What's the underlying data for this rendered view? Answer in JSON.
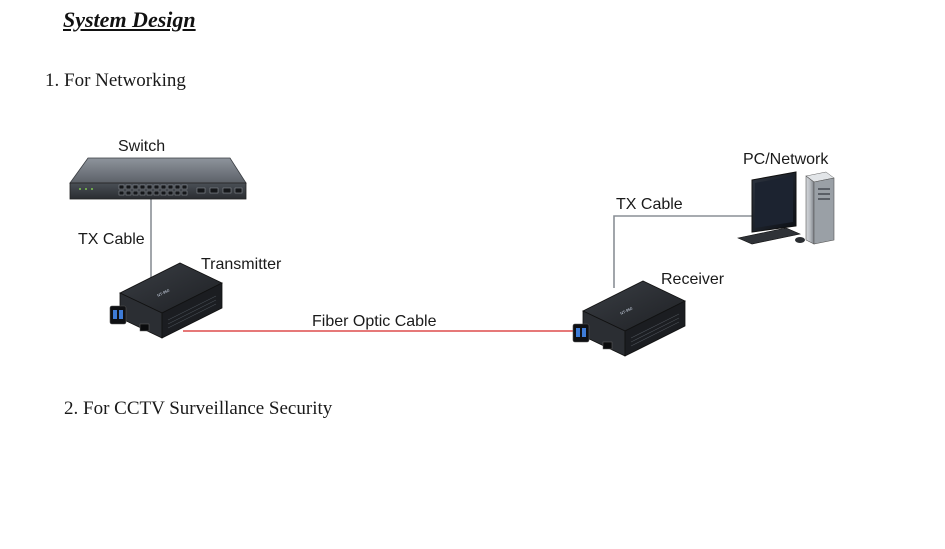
{
  "heading": "System Design",
  "sections": [
    {
      "label": "1. For Networking"
    },
    {
      "label": "2. For CCTV Surveillance Security"
    }
  ],
  "diagram": {
    "switch_label": "Switch",
    "tx_cable_left": "TX Cable",
    "transmitter_label": "Transmitter",
    "fiber_label": "Fiber Optic Cable",
    "receiver_label": "Receiver",
    "tx_cable_right": "TX Cable",
    "pc_label": "PC/Network",
    "device_model": "NT-950"
  },
  "colors": {
    "fiber_cable": "#d62828",
    "tx_cable": "#8a8f96",
    "device_body": "#2b2e33"
  }
}
